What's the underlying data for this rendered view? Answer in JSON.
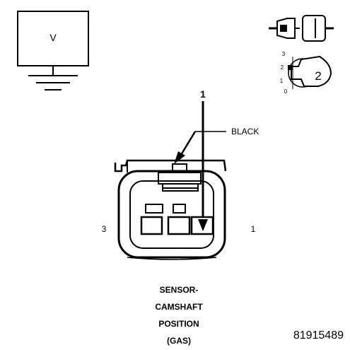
{
  "meter": {
    "mode_label": "V"
  },
  "key_position": {
    "ticks": [
      "3",
      "2",
      "1",
      "0"
    ],
    "position": "2"
  },
  "callouts": {
    "pin_number": "1",
    "wire_color": "BLACK"
  },
  "connector": {
    "left_cavity": "3",
    "right_cavity": "1"
  },
  "caption": {
    "lines": [
      "SENSOR-",
      "CAMSHAFT",
      "POSITION",
      "(GAS)"
    ]
  },
  "figure_id": "81915489"
}
